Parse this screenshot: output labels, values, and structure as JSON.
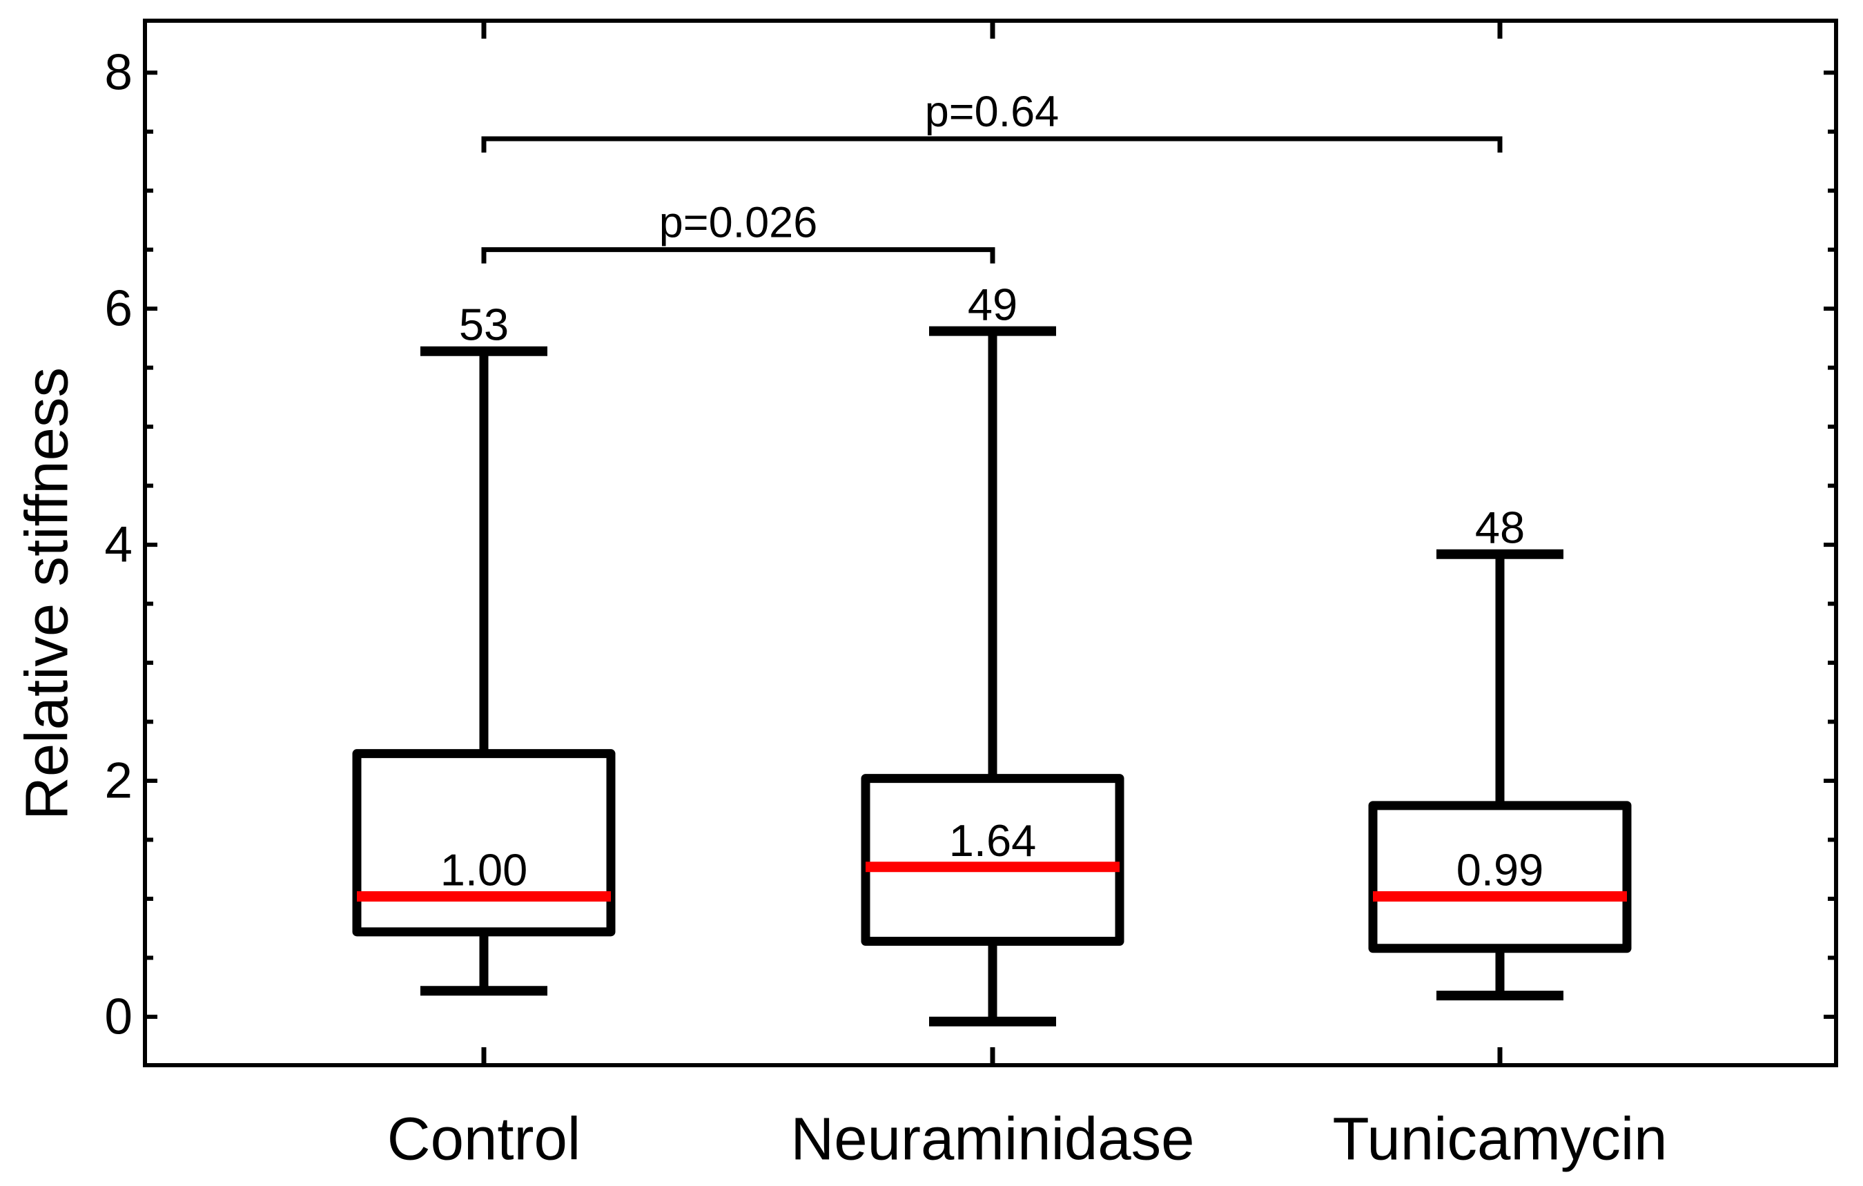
{
  "chart_data": {
    "type": "box",
    "title": "",
    "xlabel": "",
    "ylabel": "Relative stiffness",
    "categories": [
      "Control",
      "Neuraminidase",
      "Tunicamycin"
    ],
    "ylim": [
      -0.41,
      8.44
    ],
    "yticks": [
      0,
      2,
      4,
      6,
      8
    ],
    "minor_tick_step": 0.5,
    "grid": false,
    "legend": "none",
    "box_color": "#000000",
    "box_fill": "#ffffff",
    "median_color": "#ff0000",
    "axis_color": "#000000",
    "series": [
      {
        "name": "Control",
        "n": 53,
        "whisker_low": 0.22,
        "q1": 0.72,
        "median_label": "1.00",
        "median_line": 1.02,
        "q3": 2.23,
        "whisker_high": 5.64
      },
      {
        "name": "Neuraminidase",
        "n": 49,
        "whisker_low": -0.04,
        "q1": 0.64,
        "median_label": "1.64",
        "median_line": 1.27,
        "q3": 2.02,
        "whisker_high": 5.81
      },
      {
        "name": "Tunicamycin",
        "n": 48,
        "whisker_low": 0.18,
        "q1": 0.58,
        "median_label": "0.99",
        "median_line": 1.02,
        "q3": 1.79,
        "whisker_high": 3.92
      }
    ],
    "annotations": [
      {
        "label": "p=0.64",
        "from": 0,
        "to": 2,
        "y": 7.44
      },
      {
        "label": "p=0.026",
        "from": 0,
        "to": 1,
        "y": 6.5
      }
    ]
  }
}
